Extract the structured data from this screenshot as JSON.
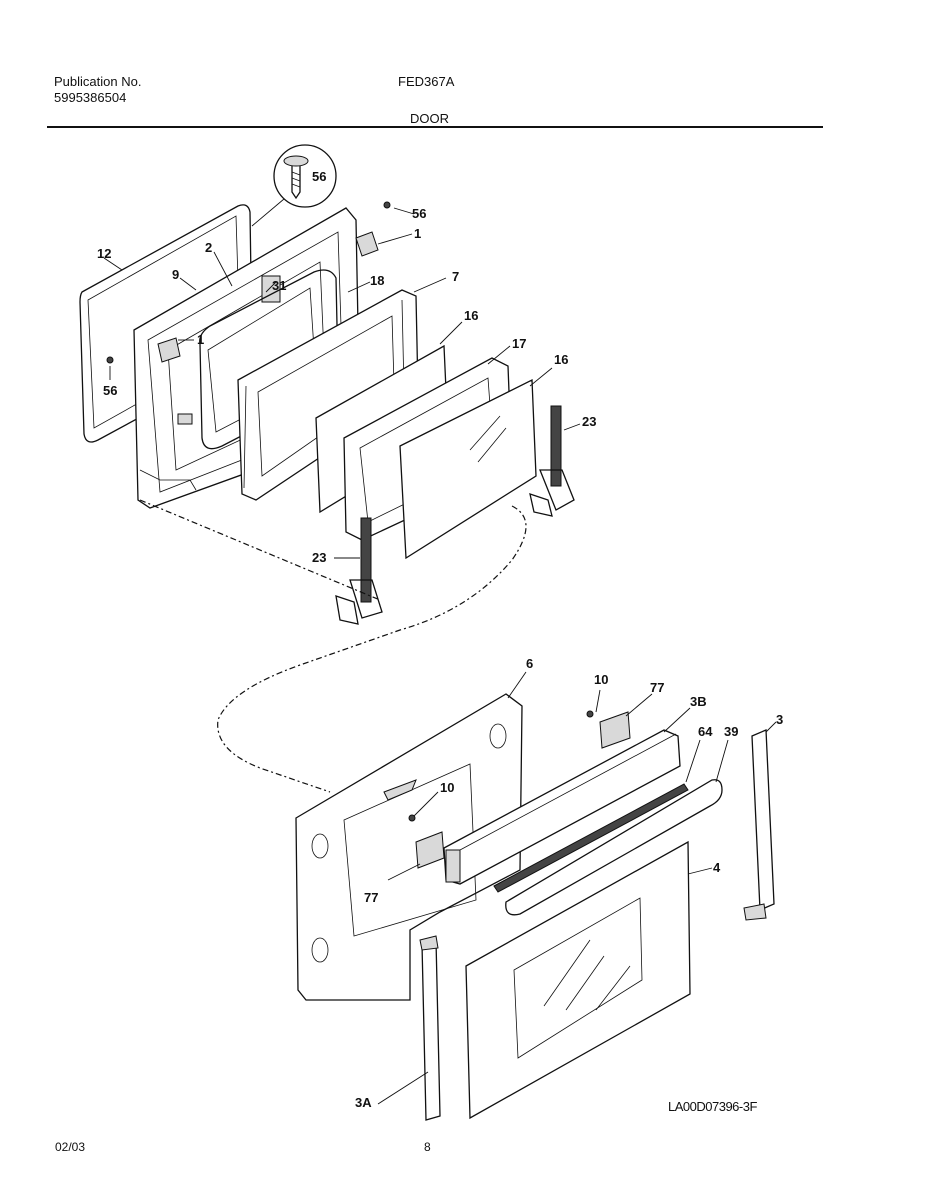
{
  "header": {
    "publication_label": "Publication No.",
    "publication_number": "5995386504",
    "model": "FED367A",
    "section": "DOOR"
  },
  "footer": {
    "date": "02/03",
    "page": "8",
    "drawing_id": "LA00D07396-3F"
  },
  "callouts": {
    "c56_detail": "56",
    "c56_top": "56",
    "c1_top": "1",
    "c12": "12",
    "c2": "2",
    "c9": "9",
    "c31": "31",
    "c18": "18",
    "c7": "7",
    "c1_left": "1",
    "c56_left": "56",
    "c16_a": "16",
    "c17": "17",
    "c16_b": "16",
    "c23_right": "23",
    "c23_left": "23",
    "c6": "6",
    "c10_top": "10",
    "c77_top": "77",
    "c3B": "3B",
    "c64": "64",
    "c39": "39",
    "c3": "3",
    "c10_mid": "10",
    "c77_mid": "77",
    "c4": "4",
    "c3A": "3A"
  }
}
